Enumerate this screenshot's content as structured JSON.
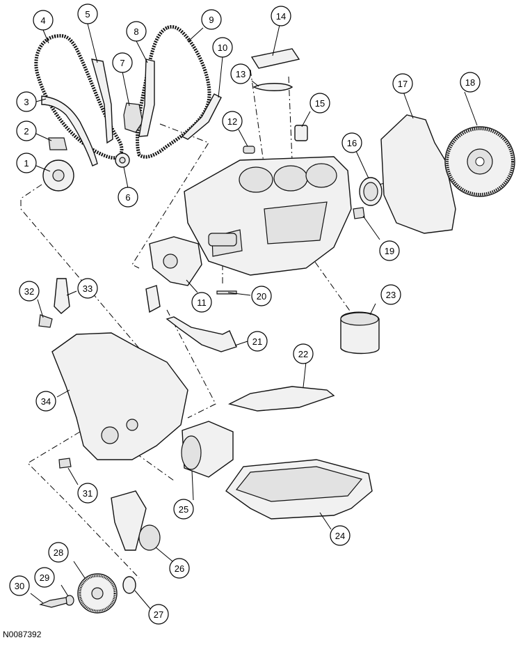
{
  "figure_code": "N0087392",
  "callouts": [
    "1",
    "2",
    "3",
    "4",
    "5",
    "6",
    "7",
    "8",
    "9",
    "10",
    "11",
    "12",
    "13",
    "14",
    "15",
    "16",
    "17",
    "18",
    "19",
    "20",
    "21",
    "22",
    "23",
    "24",
    "25",
    "26",
    "27",
    "28",
    "29",
    "30",
    "31",
    "32",
    "33",
    "34"
  ]
}
